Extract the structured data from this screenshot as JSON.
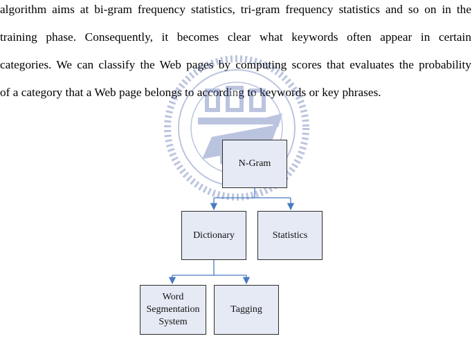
{
  "paragraph": {
    "lines": [
      "algorithm aims at bi-gram frequency statistics, tri-gram frequency statistics and so on in the",
      "training phase. Consequently, it becomes clear what keywords often appear in certain",
      "categories. We can classify the Web pages by computing scores that evaluates the probability",
      "of a category that a Web page belongs to according to keywords or key phrases."
    ]
  },
  "diagram": {
    "nodes": {
      "ngram": "N-Gram",
      "dictionary": "Dictionary",
      "statistics": "Statistics",
      "word_segmentation": "Word\nSegmentation\nSystem",
      "tagging": "Tagging"
    },
    "colors": {
      "box_fill": "#e6eaf5",
      "box_border": "#2b2b2b",
      "connector": "#4a7ac4",
      "watermark": "#2e4a9e"
    }
  }
}
